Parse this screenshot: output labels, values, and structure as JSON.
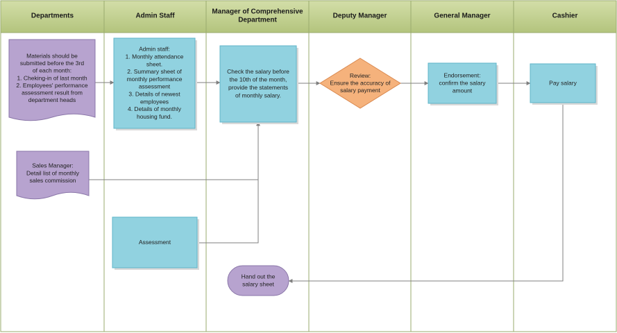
{
  "lanes": [
    {
      "id": "departments",
      "title": [
        "Departments"
      ]
    },
    {
      "id": "admin_staff",
      "title": [
        "Admin Staff"
      ]
    },
    {
      "id": "manager_comprehensive",
      "title": [
        "Manager of Comprehensive",
        "Department"
      ]
    },
    {
      "id": "deputy_manager",
      "title": [
        "Deputy Manager"
      ]
    },
    {
      "id": "general_manager",
      "title": [
        "General Manager"
      ]
    },
    {
      "id": "cashier",
      "title": [
        "Cashier"
      ]
    }
  ],
  "nodes": [
    {
      "id": "materials",
      "shape": "document",
      "color": "purple",
      "lines": [
        "Materials should be",
        "submitted before the 3rd",
        "of each month:",
        "1. Cheking-in of last month",
        "2. Employees' performance",
        "assessment result from",
        "department heads"
      ]
    },
    {
      "id": "sales_manager",
      "shape": "document",
      "color": "purple",
      "lines": [
        "Sales Manager:",
        "Detail list of monthly",
        "sales commission"
      ]
    },
    {
      "id": "admin_docs",
      "shape": "process",
      "color": "blue",
      "lines": [
        "Admin staff:",
        "1. Monthly attendance",
        "sheet.",
        "2. Summary sheet of",
        "monthly performance",
        "assessment",
        "3. Details of newest",
        "employees",
        "4. Details of monthly",
        "housing fund."
      ]
    },
    {
      "id": "assessment",
      "shape": "process",
      "color": "blue",
      "lines": [
        "Assessment"
      ]
    },
    {
      "id": "check_salary",
      "shape": "process",
      "color": "blue",
      "lines": [
        "Check the salary before",
        "the 10th of the month,",
        "provide the statements",
        "of monthly salary."
      ]
    },
    {
      "id": "review",
      "shape": "decision",
      "color": "orange",
      "lines": [
        "Review:",
        "Ensure the accuracy of",
        "salary payment"
      ]
    },
    {
      "id": "endorsement",
      "shape": "process",
      "color": "blue",
      "lines": [
        "Endorsement:",
        "confirm the salary",
        "amount"
      ]
    },
    {
      "id": "pay_salary",
      "shape": "process",
      "color": "blue",
      "lines": [
        "Pay salary"
      ]
    },
    {
      "id": "hand_out",
      "shape": "terminator",
      "color": "purple",
      "lines": [
        "Hand out the",
        "salary sheet"
      ]
    }
  ],
  "edges": [
    {
      "id": "materials-to-admin",
      "from": "materials",
      "to": "admin_docs"
    },
    {
      "id": "admin-to-check",
      "from": "admin_docs",
      "to": "check_salary"
    },
    {
      "id": "check-to-review",
      "from": "check_salary",
      "to": "review"
    },
    {
      "id": "review-to-endorsement",
      "from": "review",
      "to": "endorsement"
    },
    {
      "id": "endorsement-to-pay",
      "from": "endorsement",
      "to": "pay_salary"
    },
    {
      "id": "sales-to-check",
      "from": "sales_manager",
      "to": "check_salary"
    },
    {
      "id": "assessment-to-check",
      "from": "assessment",
      "to": "check_salary"
    },
    {
      "id": "pay-to-handout",
      "from": "pay_salary",
      "to": "hand_out"
    }
  ],
  "colors": {
    "header_fill": "#bccc87",
    "header_text": "#1a1a1a",
    "lane_border": "#9aab6e",
    "purple_fill": "#b7a3cf",
    "purple_stroke": "#8a76a8",
    "blue_fill": "#91d2e0",
    "blue_stroke": "#5fb4c8",
    "orange_fill": "#f5b27c",
    "orange_stroke": "#d9884e",
    "connector": "#7f7f7f"
  }
}
